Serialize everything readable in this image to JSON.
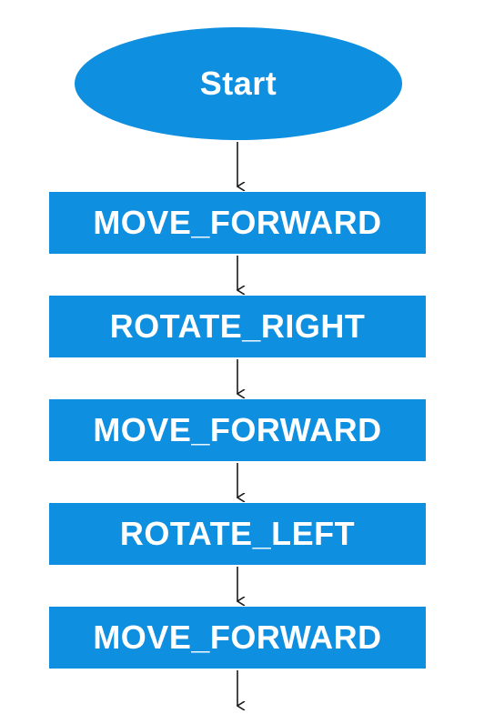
{
  "flowchart": {
    "start": {
      "label": "Start"
    },
    "steps": [
      {
        "label": "MOVE_FORWARD"
      },
      {
        "label": "ROTATE_RIGHT"
      },
      {
        "label": "MOVE_FORWARD"
      },
      {
        "label": "ROTATE_LEFT"
      },
      {
        "label": "MOVE_FORWARD"
      }
    ],
    "colors": {
      "node_fill": "#0f8fe0",
      "node_text": "#ffffff",
      "connector": "#1a1a1a",
      "background": "#ffffff"
    }
  }
}
